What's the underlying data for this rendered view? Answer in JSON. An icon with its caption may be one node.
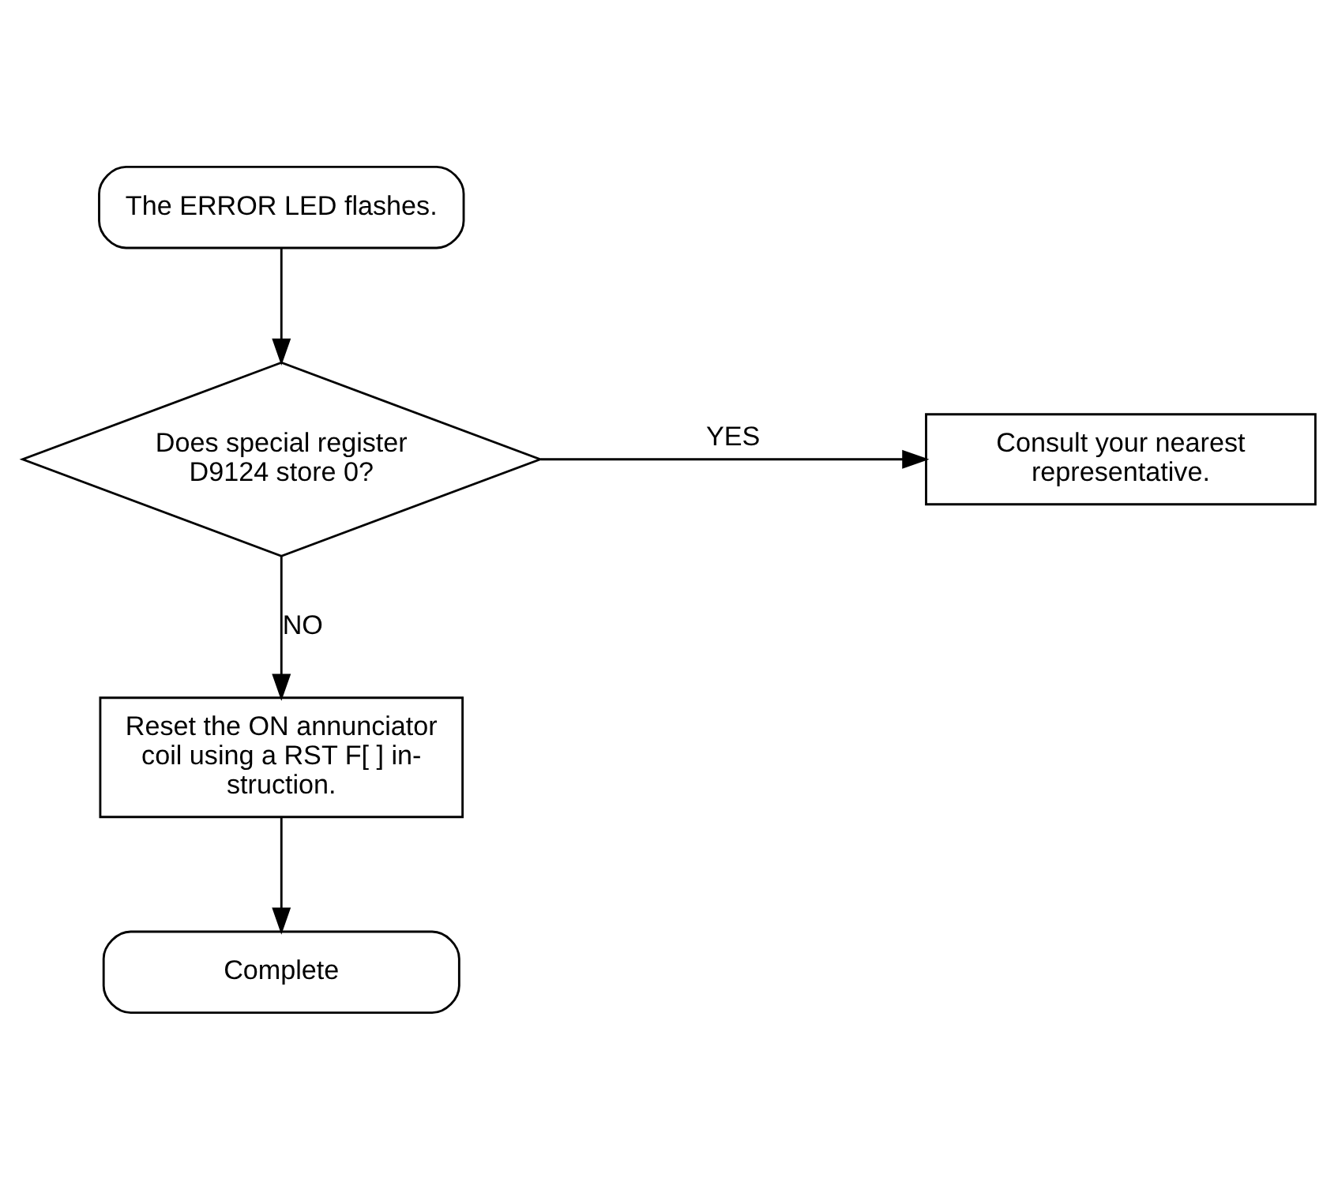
{
  "diagram": {
    "nodes": [
      {
        "text": [
          "The ERROR LED flashes."
        ]
      },
      {
        "text": [
          "Does special register D9124 store 0?"
        ]
      },
      {
        "text": [
          "Consult your nearest representative."
        ]
      },
      {
        "text": [
          "Reset the ON annunciator coil using a RST F[ ] in- struction."
        ]
      },
      {
        "text": [
          "Complete"
        ]
      }
    ],
    "edges": [
      {
        "from": 0,
        "to": 1,
        "arrow": "to"
      },
      {
        "from": 1,
        "to": 2,
        "arrow": "to",
        "label": "YES"
      },
      {
        "from": 1,
        "to": 3,
        "arrow": "to",
        "label": "NO"
      },
      {
        "from": 3,
        "to": 4,
        "arrow": "to"
      }
    ]
  }
}
